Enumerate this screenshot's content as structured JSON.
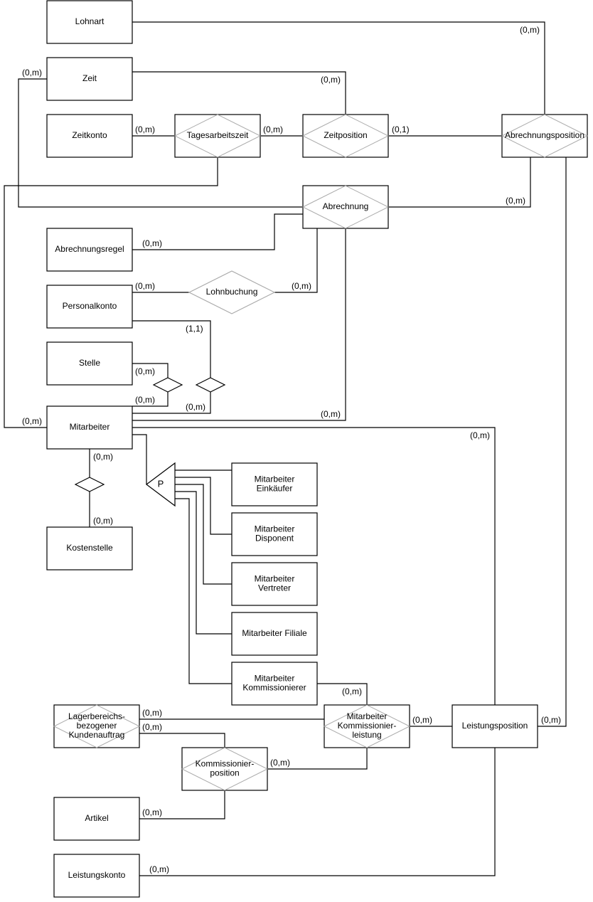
{
  "entities": {
    "lohnart": [
      "Lohnart"
    ],
    "zeit": [
      "Zeit"
    ],
    "zeitkonto": [
      "Zeitkonto"
    ],
    "tagesarbeitszeit": [
      "Tagesarbeitszeit"
    ],
    "zeitposition": [
      "Zeitposition"
    ],
    "abrechnungsposition": [
      "Abrechnungsposition"
    ],
    "abrechnung": [
      "Abrechnung"
    ],
    "abrechnungsregel": [
      "Abrechnungsregel"
    ],
    "lohnbuchung": [
      "Lohnbuchung"
    ],
    "personalkonto": [
      "Personalkonto"
    ],
    "stelle": [
      "Stelle"
    ],
    "mitarbeiter": [
      "Mitarbeiter"
    ],
    "kostenstelle": [
      "Kostenstelle"
    ],
    "ma_einkaeufer": [
      "Mitarbeiter",
      "Einkäufer"
    ],
    "ma_disponent": [
      "Mitarbeiter",
      "Disponent"
    ],
    "ma_vertreter": [
      "Mitarbeiter",
      "Vertreter"
    ],
    "ma_filiale": [
      "Mitarbeiter Filiale"
    ],
    "ma_kommissionierer": [
      "Mitarbeiter",
      "Kommissionierer"
    ],
    "lager_kundenauftrag": [
      "Lagerbereichs-",
      "bezogener",
      "Kundenauftrag"
    ],
    "ma_kommissionierleistung": [
      "Mitarbeiter",
      "Kommissionier-",
      "leistung"
    ],
    "leistungsposition": [
      "Leistungsposition"
    ],
    "kommissionierposition": [
      "Kommissionier-",
      "position"
    ],
    "artikel": [
      "Artikel"
    ],
    "leistungskonto": [
      "Leistungskonto"
    ]
  },
  "specialization_label": "P",
  "cardinalities": {
    "lohnart_abrpos": "(0,m)",
    "zeit_mitarbeiter": "(0,m)",
    "zeit_zeitpos": "(0,m)",
    "zeitkonto_tages": "(0,m)",
    "tages_zeitpos": "(0,m)",
    "zeitpos_abrpos": "(0,1)",
    "abrechnung_abrpos": "(0,m)",
    "abrechnungsregel": "(0,m)",
    "personalkonto_lohnbuchung": "(0,m)",
    "lohnbuchung_abrechnung": "(0,m)",
    "personalkonto_diamond": "(1,1)",
    "stelle_diamond": "(0,m)",
    "mitarbeiter_stelle_diamond": "(0,m)",
    "mitarbeiter_personal_diamond": "(0,m)",
    "mitarbeiter_abrechnung": "(0,m)",
    "mitarbeiter_left": "(0,m)",
    "mitarbeiter_leistungspos": "(0,m)",
    "mitarbeiter_kostenstelle": "(0,m)",
    "kostenstelle": "(0,m)",
    "kommissionierer_leistung": "(0,m)",
    "lager_leistung": "(0,m)",
    "lager_kommpos": "(0,m)",
    "leistung_leistungspos": "(0,m)",
    "abrpos_leistungspos": "(0,m)",
    "kommpos_leistung": "(0,m)",
    "artikel_kommpos": "(0,m)",
    "leistungskonto": "(0,m)"
  }
}
